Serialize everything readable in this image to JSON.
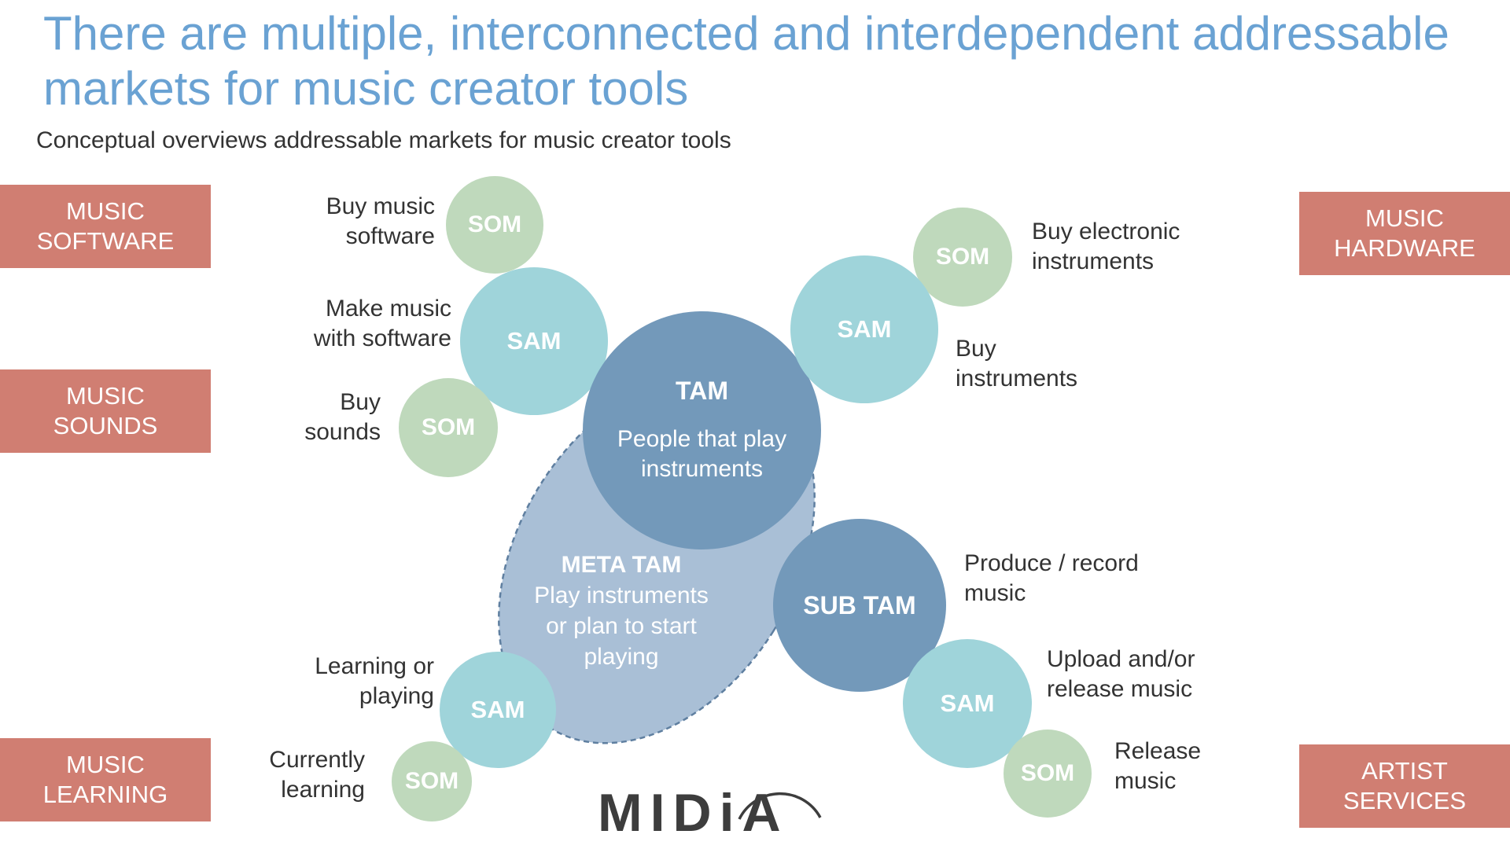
{
  "header": {
    "title": "There are multiple, interconnected and interdependent addressable markets for music creator tools",
    "subtitle": "Conceptual overviews addressable markets for music creator tools"
  },
  "categories": {
    "music_software": "MUSIC\nSOFTWARE",
    "music_sounds": "MUSIC\nSOUNDS",
    "music_learning": "MUSIC\nLEARNING",
    "music_hardware": "MUSIC\nHARDWARE",
    "artist_services": "ARTIST\nSERVICES"
  },
  "circles": {
    "som": "SOM",
    "sam": "SAM",
    "tam": "TAM",
    "sub_tam": "SUB TAM"
  },
  "tam": {
    "description": "People that play\ninstruments"
  },
  "meta_tam": {
    "heading": "META TAM",
    "description": "Play instruments\nor plan to start\nplaying"
  },
  "labels": {
    "buy_music_software": "Buy music\nsoftware",
    "make_music_with_software": "Make music\nwith software",
    "buy_sounds": "Buy\nsounds",
    "learning_or_playing": "Learning or\nplaying",
    "currently_learning": "Currently\nlearning",
    "buy_electronic_instruments": "Buy electronic\ninstruments",
    "buy_instruments": "Buy\ninstruments",
    "produce_record_music": "Produce / record\nmusic",
    "upload_release_music": "Upload and/or\nrelease music",
    "release_music": "Release\nmusic"
  },
  "logo": {
    "text": "MIDiA"
  },
  "colors": {
    "title": "#6aa2d3",
    "category_box": "#d07e72",
    "som": "#bfd9bc",
    "sam": "#9fd4da",
    "tam": "#7399ba",
    "meta_tam": "#a9bfd6"
  }
}
